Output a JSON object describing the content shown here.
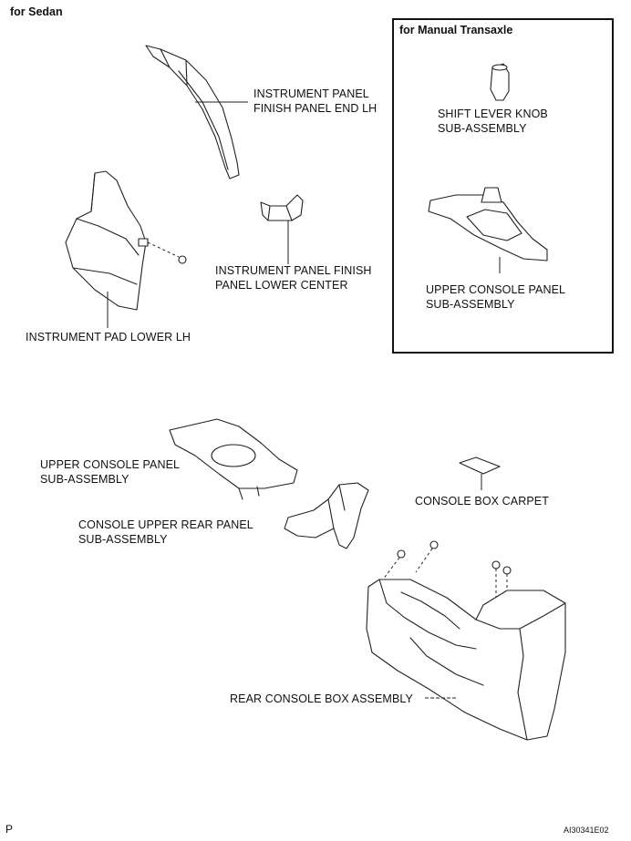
{
  "header": {
    "variant_label": "for Sedan"
  },
  "inset": {
    "title": "for Manual Transaxle"
  },
  "labels": {
    "finish_end_lh": [
      "INSTRUMENT PANEL",
      "FINISH PANEL END LH"
    ],
    "finish_lower_center": [
      "INSTRUMENT PANEL FINISH",
      "PANEL LOWER CENTER"
    ],
    "pad_lower_lh": "INSTRUMENT PAD LOWER LH",
    "shift_knob": [
      "SHIFT LEVER KNOB",
      "SUB-ASSEMBLY"
    ],
    "upper_console_inset": [
      "UPPER CONSOLE PANEL",
      "SUB-ASSEMBLY"
    ],
    "upper_console_main": [
      "UPPER CONSOLE PANEL",
      "SUB-ASSEMBLY"
    ],
    "console_box_carpet": "CONSOLE BOX CARPET",
    "console_upper_rear": [
      "CONSOLE UPPER REAR PANEL",
      "SUB-ASSEMBLY"
    ],
    "rear_console_box": "REAR CONSOLE BOX ASSEMBLY"
  },
  "footer": {
    "page_mark": "P",
    "figure_code": "AI30341E02"
  }
}
